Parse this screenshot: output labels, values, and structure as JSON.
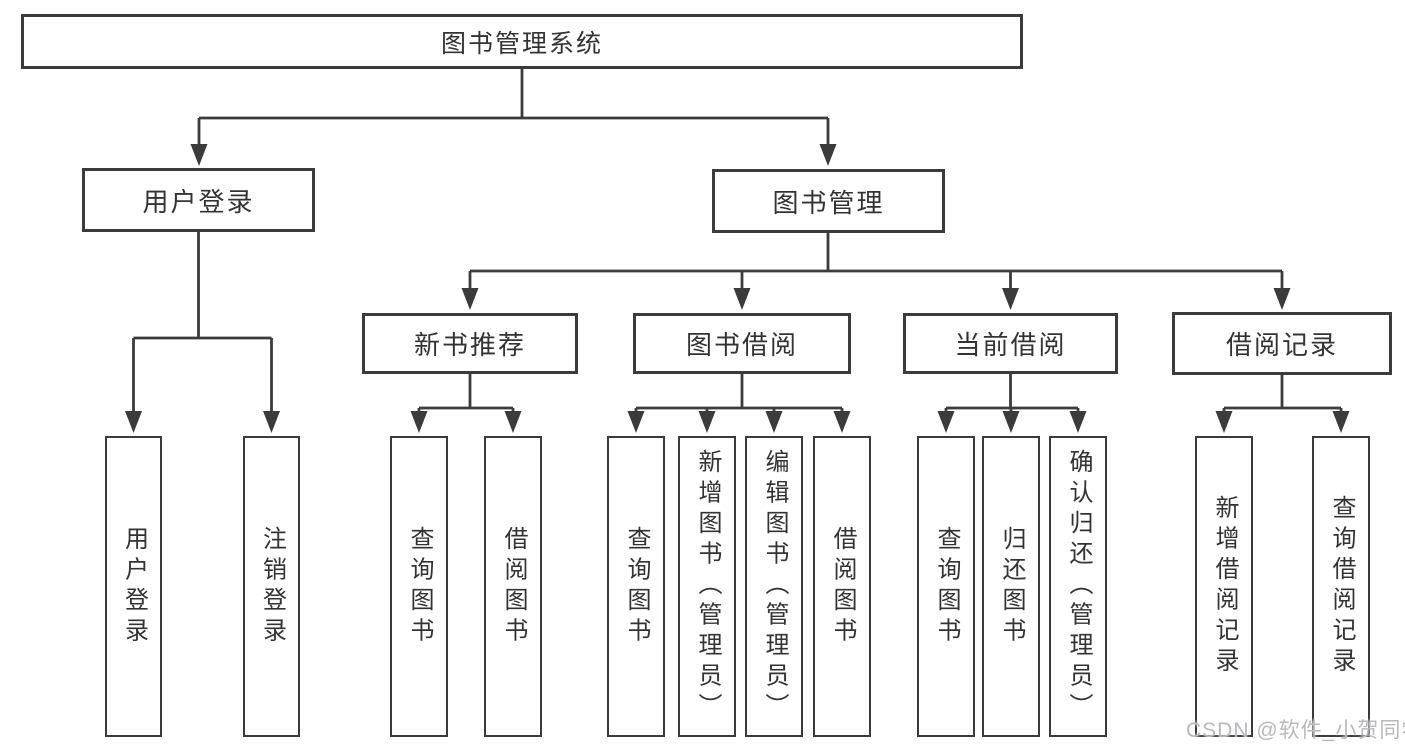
{
  "diagram": {
    "root": {
      "label": "图书管理系统"
    },
    "level2": [
      {
        "label": "用户登录"
      },
      {
        "label": "图书管理"
      }
    ],
    "level3": [
      {
        "label": "新书推荐"
      },
      {
        "label": "图书借阅"
      },
      {
        "label": "当前借阅"
      },
      {
        "label": "借阅记录"
      }
    ],
    "leaves": {
      "user_login": [
        "用户登录",
        "注销登录"
      ],
      "new_book": [
        "查询图书",
        "借阅图书"
      ],
      "book_borrow": [
        "查询图书",
        "新增图书（管理员）",
        "编辑图书（管理员）",
        "借阅图书"
      ],
      "current_borrow": [
        "查询图书",
        "归还图书",
        "确认归还（管理员）"
      ],
      "borrow_record": [
        "新增借阅记录",
        "查询借阅记录"
      ]
    }
  },
  "watermark": {
    "text": "CSDN @软件_小贺同学"
  },
  "colors": {
    "line": "#3b3b3b",
    "text": "#333333",
    "background": "#ffffff",
    "watermark": "#b9b9bc"
  }
}
